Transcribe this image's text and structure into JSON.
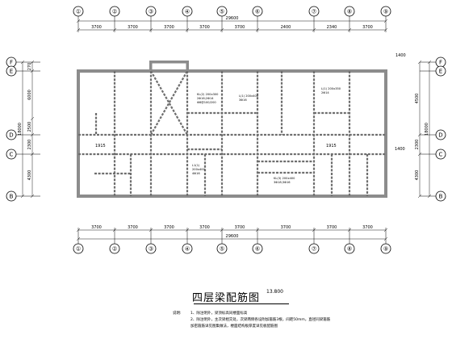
{
  "axes_vertical": [
    "①",
    "②",
    "③",
    "④",
    "⑤",
    "⑥",
    "⑦",
    "⑧",
    "⑨"
  ],
  "axes_horizontal": [
    "F",
    "E",
    "D",
    "C",
    "B"
  ],
  "dims": {
    "top_total": "29600",
    "top_spans": [
      "3700",
      "3700",
      "3700",
      "3700",
      "3700",
      "2400",
      "2340",
      "3700"
    ],
    "bottom_total": "29600",
    "bottom_spans": [
      "3700",
      "3700",
      "3700",
      "3700",
      "3700",
      "3700",
      "3700",
      "3700"
    ],
    "left_total": "18000",
    "left_spans": [
      "270",
      "6000",
      "2500",
      "2300",
      "4300"
    ],
    "right_total": "18000",
    "right_spans": [
      "4500",
      "2300",
      "4300"
    ],
    "right_extra": "1400",
    "right_extra2": "1400",
    "stair": "1915",
    "stair2": "1915"
  },
  "beam_notes": [
    "KL(2) 200x300",
    "2Φ16;2Φ14",
    "Φ8@100/200",
    "L(1) 200x400",
    "3Φ16",
    "L(1) 200x350",
    "2Φ14",
    "KL(3) 200x400",
    "3Φ18;3Φ16",
    "L1(1)",
    "200x400",
    "4Φ16"
  ],
  "title": "四层梁配筋图",
  "elevation": "13.800",
  "notes_label": "说明:",
  "notes": [
    "1、除注明外，梁顶标高同楼面标高",
    "2、除注明外，主次梁相交处，次梁两侧各设附加箍筋3根，间距50mm，直径同梁箍筋",
    "加密箍筋详见图集做法，楼面结构板厚度详见板配筋图"
  ]
}
